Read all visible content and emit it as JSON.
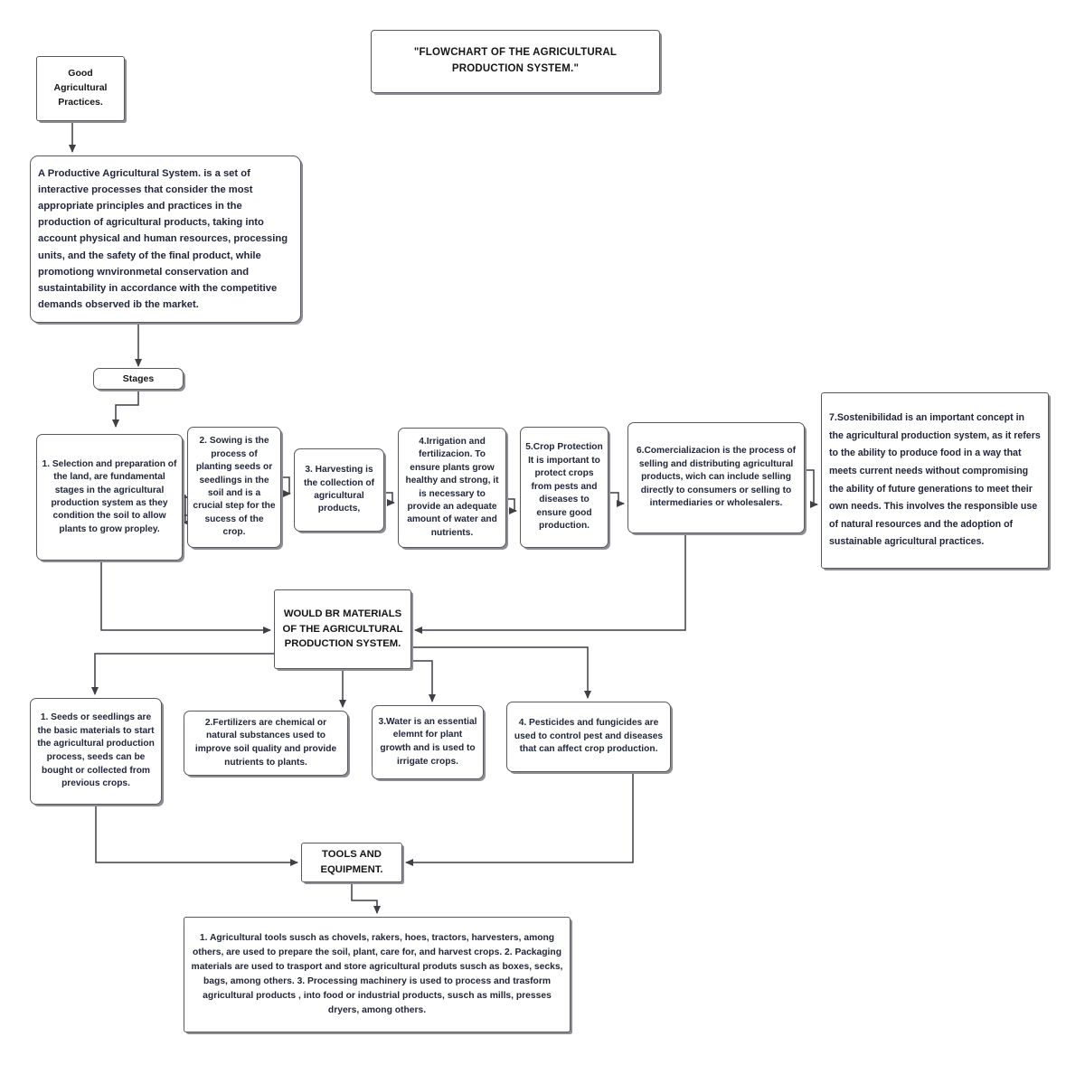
{
  "title_box": {
    "line1": "\"FLOWCHART OF THE AGRICULTURAL",
    "line2": "PRODUCTION SYSTEM.\""
  },
  "gap_box": {
    "text": "Good Agricultural Practices."
  },
  "system_box": {
    "text": "A Productive Agricultural System. is a set of interactive processes that consider the most appropriate principles and practices in the production of agricultural products, taking into account physical and human resources, processing units, and the safety of the final product, while promotiong wnvironmetal conservation and sustaintability in accordance with the competitive demands observed ib the market."
  },
  "stages_label": "Stages",
  "stages": [
    {
      "id": "stage-1",
      "text": "1. Selection and preparation of the land, are fundamental stages in the agricultural production system as they condition the soil to allow plants to grow propley."
    },
    {
      "id": "stage-2",
      "text": "2. Sowing is the process of planting seeds or seedlings in the soil and is a crucial step for the sucess of the crop."
    },
    {
      "id": "stage-3",
      "text": "3. Harvesting is the collection of agricultural products,"
    },
    {
      "id": "stage-4",
      "text": "4.Irrigation and fertilizacion. To ensure plants grow healthy and strong, it is necessary to provide an adequate amount of water and nutrients."
    },
    {
      "id": "stage-5",
      "text": "5.Crop Protection It is important to protect crops from pests and diseases to ensure  good production."
    },
    {
      "id": "stage-6",
      "text": "6.Comercializacion is the process of selling and distributing agricultural products, wich can include selling directly to consumers or selling  to intermediaries or wholesalers."
    },
    {
      "id": "stage-7",
      "text": "7.Sostenibilidad is an important concept  in the agricultural production system, as it refers to the ability to produce food in a way that meets current needs without compromising the ability of future generations to meet their own needs. This involves the responsible use of natural resources  and the adoption of sustainable agricultural practices."
    }
  ],
  "materials_box": {
    "text": "WOULD BR MATERIALS OF THE AGRICULTURAL PRODUCTION SYSTEM."
  },
  "materials": [
    {
      "id": "mat-1",
      "text": "1. Seeds or seedlings are the basic materials to start the agricultural production process, seeds can be bought or collected  from previous crops."
    },
    {
      "id": "mat-2",
      "text": "2.Fertilizers are chemical or natural substances used to improve soil  quality and provide nutrients to plants."
    },
    {
      "id": "mat-3",
      "text": "3.Water is an essential elemnt for plant growth and is used to irrigate crops."
    },
    {
      "id": "mat-4",
      "text": "4. Pesticides and fungicides are used to control pest and diseases  that can affect crop production."
    }
  ],
  "tools_box": {
    "text": "TOOLS AND EQUIPMENT."
  },
  "bottom_box": {
    "text": "1. Agricultural tools susch as chovels, rakers, hoes, tractors, harvesters, among others, are used to prepare the soil, plant, care for, and harvest crops. 2. Packaging materials are used to trasport and store agricultural produts susch as boxes, secks, bags, among others. 3. Processing machinery is used to process and trasform agricultural products , into food or industrial products, susch as mills, presses dryers, among others."
  },
  "colors": {
    "box_border": "#5a5a5e",
    "box_shadow": "#8d8d93",
    "text_navy": "#21273a",
    "connector": "#3f3f46",
    "background": "#ffffff"
  }
}
